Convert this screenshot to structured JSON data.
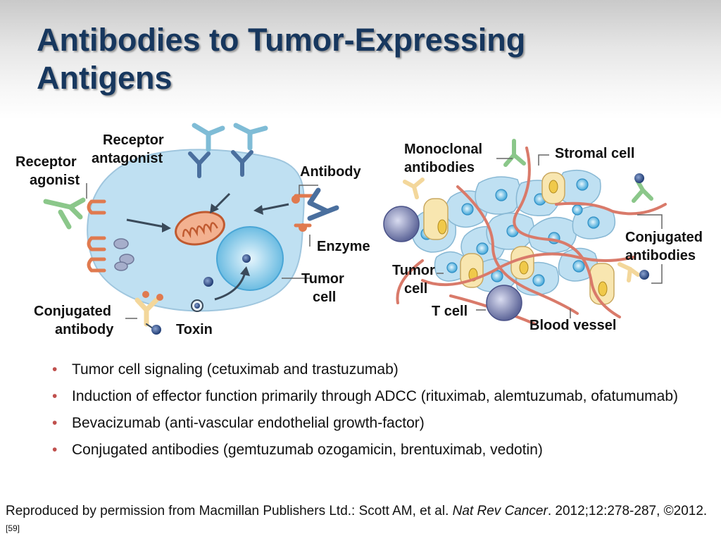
{
  "title": {
    "line1": "Antibodies to Tumor-Expressing",
    "line2": "Antigens"
  },
  "left_diagram": {
    "receptor_antagonist": [
      "Receptor",
      "antagonist"
    ],
    "receptor_agonist": [
      "Receptor",
      "agonist"
    ],
    "antibody": "Antibody",
    "enzyme": "Enzyme",
    "tumor_cell": [
      "Tumor",
      "cell"
    ],
    "conjugated_antibody": [
      "Conjugated",
      "antibody"
    ],
    "toxin": "Toxin"
  },
  "right_diagram": {
    "monoclonal_antibodies": [
      "Monoclonal",
      "antibodies"
    ],
    "stromal_cell": "Stromal cell",
    "conjugated_antibodies": [
      "Conjugated",
      "antibodies"
    ],
    "tumor_cell": [
      "Tumor",
      "cell"
    ],
    "t_cell": "T cell",
    "blood_vessel": "Blood vessel"
  },
  "bullets": [
    "Tumor cell signaling (cetuximab and trastuzumab)",
    "Induction of effector function primarily through ADCC (rituximab, alemtuzumab, ofatumumab)",
    "Bevacizumab (anti-vascular endothelial growth-factor)",
    "Conjugated antibodies (gemtuzumab ozogamicin, brentuximab, vedotin)"
  ],
  "footer": {
    "part1": "Reproduced by permission from Macmillan Publishers Ltd.: Scott AM, et al. ",
    "journal": "Nat Rev Cancer",
    "part2": ". 2012;12:278-287, ©2012.",
    "ref": "[59]"
  },
  "colors": {
    "title": "#17375e",
    "cell_fill": "#bfe0f2",
    "antibody_green": "#8bc78a",
    "antibody_blue": "#4a6f9e",
    "receptor_orange": "#e07a4f",
    "vessel": "#d97a6a",
    "bullet": "#c0504d"
  }
}
